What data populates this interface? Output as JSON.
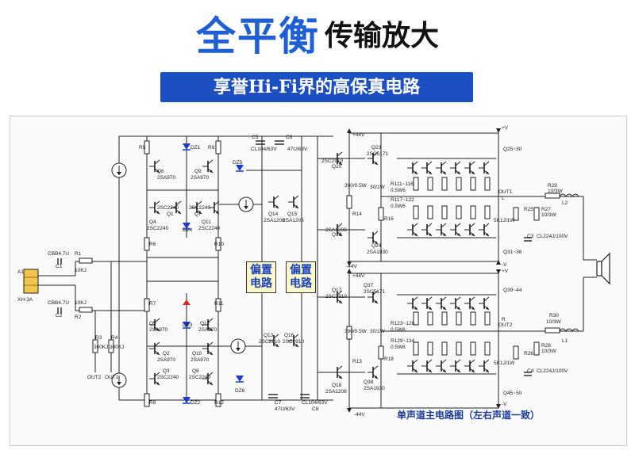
{
  "header": {
    "title_main": "全平衡",
    "title_sub": "传输放大",
    "banner": "享誉Hi-Fi界的高保真电路"
  },
  "bias_boxes": [
    {
      "line1": "偏置",
      "line2": "电路"
    },
    {
      "line1": "偏置",
      "line2": "电路"
    }
  ],
  "caption": "单声道主电路图（左右声道一致）",
  "labels": {
    "plus44_top": "+44V",
    "minus44_mid": "-44V",
    "plus44_mid": "+44V",
    "minus44_bot": "-44V",
    "plus_v1": "+V",
    "minus_v1": "-V",
    "plus_v2": "+V",
    "minus_v2": "-V",
    "c5": "C5",
    "c5v": "CL104/63V",
    "c6": "C6",
    "c6v": "47U/63V",
    "c7": "C7",
    "c7v": "47U/63V",
    "c8": "C8",
    "c8v": "CL104/63V",
    "r5": "R5",
    "dz1": "DZ1",
    "r9": "R9",
    "q6": "Q6",
    "q6t": "2SA970",
    "q9": "Q9",
    "q9t": "2SA970",
    "dz5": "DZ5",
    "q4": "Q4",
    "q4t": "2SC2240",
    "q1": "Q1",
    "q1t": "2SC2240",
    "q7": "Q7",
    "q7t": "2SC2240",
    "q11": "Q11",
    "q11t": "2SC2240",
    "dz4": "DZ4",
    "r6": "R6",
    "r10": "R10",
    "q14": "Q14",
    "q14t": "2SA1208",
    "q15": "Q15",
    "q15t": "2SA1208",
    "r7": "R7",
    "r11": "R11",
    "q5": "Q5",
    "q5t": "2SA970",
    "dz3": "DZ3",
    "q12": "Q12",
    "q12t": "2SA970",
    "q2": "Q2",
    "q2t": "2SA970",
    "q10": "Q10",
    "q10t": "2SA970",
    "q3": "Q3",
    "q3t": "2SC2240",
    "q8": "Q8",
    "q8t": "2SC2240",
    "dz6": "DZ6",
    "r8": "R8",
    "dz2": "DZ2",
    "r12": "R12",
    "q13": "Q13",
    "q13t": "2SC2910",
    "q16": "Q16",
    "q16t": "2SC2910",
    "a1": "A1",
    "xh": "XH-3A",
    "c1": "CBB4.7U",
    "c1n": "C1",
    "r1": "R1",
    "r1v": "10KJ",
    "c2": "CBB4.7U",
    "c2n": "C2",
    "r2": "R2",
    "r2v": "10KJ",
    "r3": "R3",
    "r3v": "300KJ",
    "r4": "R4",
    "r4v": "300KJ",
    "out2a": "OUT2",
    "out1a": "OUT1",
    "q20": "Q20",
    "q20t": "2SC2910",
    "q23": "Q23",
    "q23t": "2SC5171",
    "r14v": "390/0.5W",
    "r14": "R14",
    "r16v": "30/1W",
    "r16": "R16",
    "q19": "Q19",
    "q19t": "2SA1208",
    "q24": "Q24",
    "q24t": "2SA1930",
    "r111": "R111~116",
    "r111v": "0.5W6",
    "r117": "R117~122",
    "r117v": "0.5W6",
    "q25": "Q25~30",
    "q31": "Q31~36",
    "r25": "R25",
    "r25v": "5K1J/1W",
    "r29": "R29",
    "r29v": "10/3W",
    "r27": "R27",
    "r27v": "10/3W",
    "c3": "C3",
    "c3v": "CL224J/100V",
    "l2": "L2",
    "out1": "OUT1",
    "l_mark": "L",
    "q17": "Q17",
    "q17t": "2SC2910",
    "q37": "Q37",
    "q37t": "2SC5171",
    "r15v": "390/0.5W",
    "r13": "R13",
    "r18v": "30/1W",
    "r18": "R18",
    "q18": "Q18",
    "q18t": "2SA1208",
    "q38": "Q38",
    "q38t": "2SA1930",
    "r123": "R123~128",
    "r123v": "0.5W6",
    "r129": "R129~134",
    "r129v": "0.5W6",
    "q39": "Q39~44",
    "q45": "Q45~50",
    "r26": "R26",
    "r26v": "5K1J/1W",
    "r30": "R30",
    "r30v": "10/3W",
    "r28": "R28",
    "r28v": "10/3W",
    "c4": "C4",
    "c4v": "CL224J/100V",
    "l1": "L1",
    "out2": "OUT2",
    "r_mark": "R"
  }
}
